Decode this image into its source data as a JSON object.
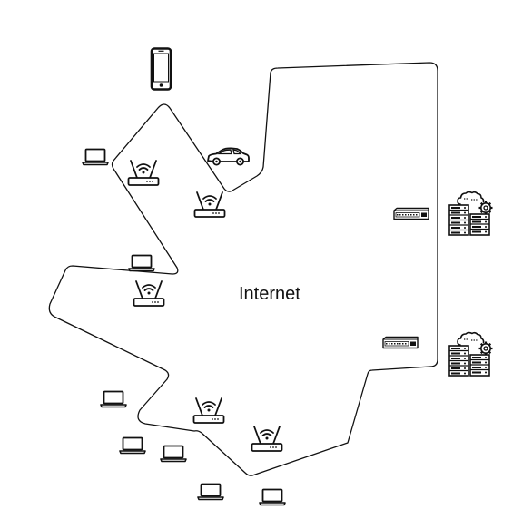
{
  "diagram": {
    "cloud_label": "Internet",
    "colors": {
      "stroke": "#111111",
      "background": "#ffffff"
    },
    "icons": [
      {
        "name": "smartphone-icon",
        "kind": "phone"
      },
      {
        "name": "car-icon",
        "kind": "car"
      },
      {
        "name": "wifi-router-icon",
        "kind": "router"
      },
      {
        "name": "laptop-icon",
        "kind": "laptop"
      },
      {
        "name": "network-switch-icon",
        "kind": "switch"
      },
      {
        "name": "server-cloud-icon",
        "kind": "server"
      }
    ]
  }
}
